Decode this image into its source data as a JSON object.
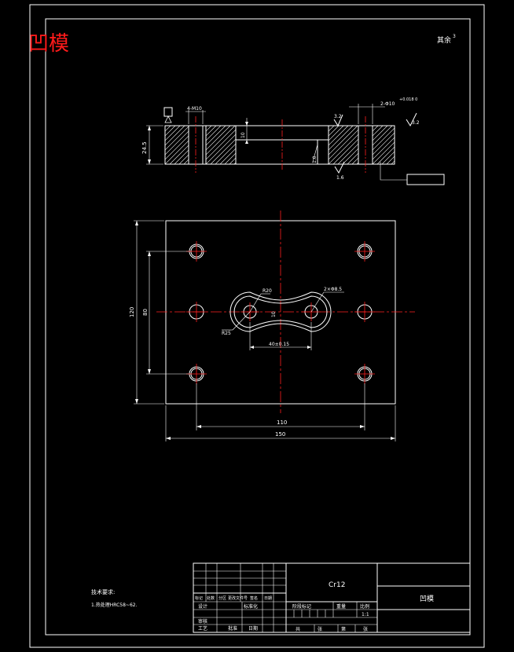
{
  "drawing": {
    "title": "凹模",
    "rest_roughness": "其余",
    "rest_roughness_sup": "3"
  },
  "section_view": {
    "dim_height": "24.5",
    "dim_hole_count": "4-M10",
    "dim_pocket_depth": "10",
    "dim_roughness_top": "3.2",
    "dim_roughness_bottom": "1.6",
    "dim_roughness_right": "3.2",
    "dim_pin_holes": "2-Φ10",
    "dim_pin_tol": "+0.018 0",
    "dim_chamfer": "1.0"
  },
  "plan_view": {
    "dim_height_outer": "120",
    "dim_height_inner": "80",
    "dim_width_inner": "110",
    "dim_width_outer": "150",
    "dim_center_dist": "40±0.15",
    "dim_r_outer": "R20",
    "dim_r_inner": "R25",
    "dim_slot": "10",
    "dim_pin_hole": "2×Φ8.5"
  },
  "tech_req": {
    "heading": "技术要求:",
    "item1": "1.热处理HRC58~62."
  },
  "title_block": {
    "material": "Cr12",
    "part_name": "凹模",
    "col_mark": "标记",
    "col_count": "处数",
    "col_zone": "分区",
    "col_doc": "更改文件号",
    "col_sign": "签名",
    "col_date": "日期",
    "row_design": "设计",
    "row_standard": "标准化",
    "row_review": "审核",
    "row_process": "工艺",
    "row_approve": "批准",
    "row_date": "日期",
    "stage_mark": "阶段标记",
    "weight": "重量",
    "scale": "比例",
    "scale_value": "1:1",
    "sheets_total": "共",
    "sheet_unit": "张",
    "sheet_no": "第",
    "sheet_unit2": "张"
  }
}
